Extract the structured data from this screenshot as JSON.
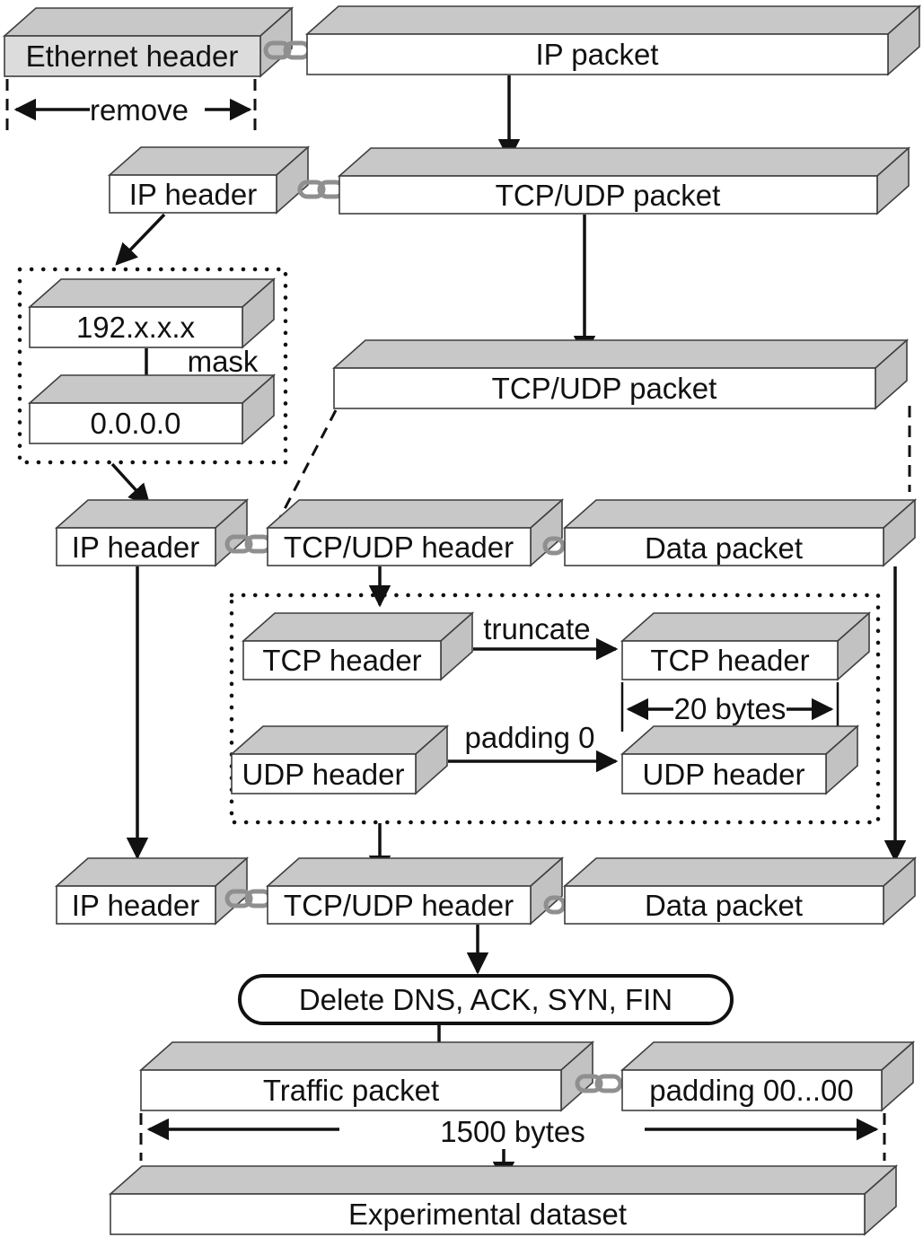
{
  "figure": {
    "description": "Packet preprocessing flow: headers removed, masked, truncated, padded into experimental dataset"
  },
  "colors": {
    "background": "#ffffff",
    "box_top_face": "#c8c8c8",
    "box_side_face": "#c2c2c2",
    "box_front_face": "#ffffff",
    "ethernet_front_face": "#dcdcdc",
    "edge_stroke": "#3f3f3f",
    "arrow": "#111111",
    "chain_link": "#8f8f8f",
    "text": "#111111"
  },
  "boxes": {
    "ethernet_header": "Ethernet header",
    "ip_packet": "IP packet",
    "ip_header": "IP header",
    "tcpudp_packet": "TCP/UDP packet",
    "ip_masked_from": "192.x.x.x",
    "ip_masked_to": "0.0.0.0",
    "tcpudp_header": "TCP/UDP header",
    "data_packet": "Data packet",
    "tcp_header": "TCP header",
    "udp_header": "UDP header",
    "traffic_packet": "Traffic packet",
    "padding_packet": "padding 00...00",
    "experimental_dataset": "Experimental dataset"
  },
  "operations": {
    "remove": "remove",
    "mask": "mask",
    "truncate": "truncate",
    "padding_zero": "padding 0",
    "delete_filter": "Delete DNS, ACK, SYN, FIN"
  },
  "measurements": {
    "tcp_header_size": "20 bytes",
    "packet_size": "1500 bytes"
  }
}
